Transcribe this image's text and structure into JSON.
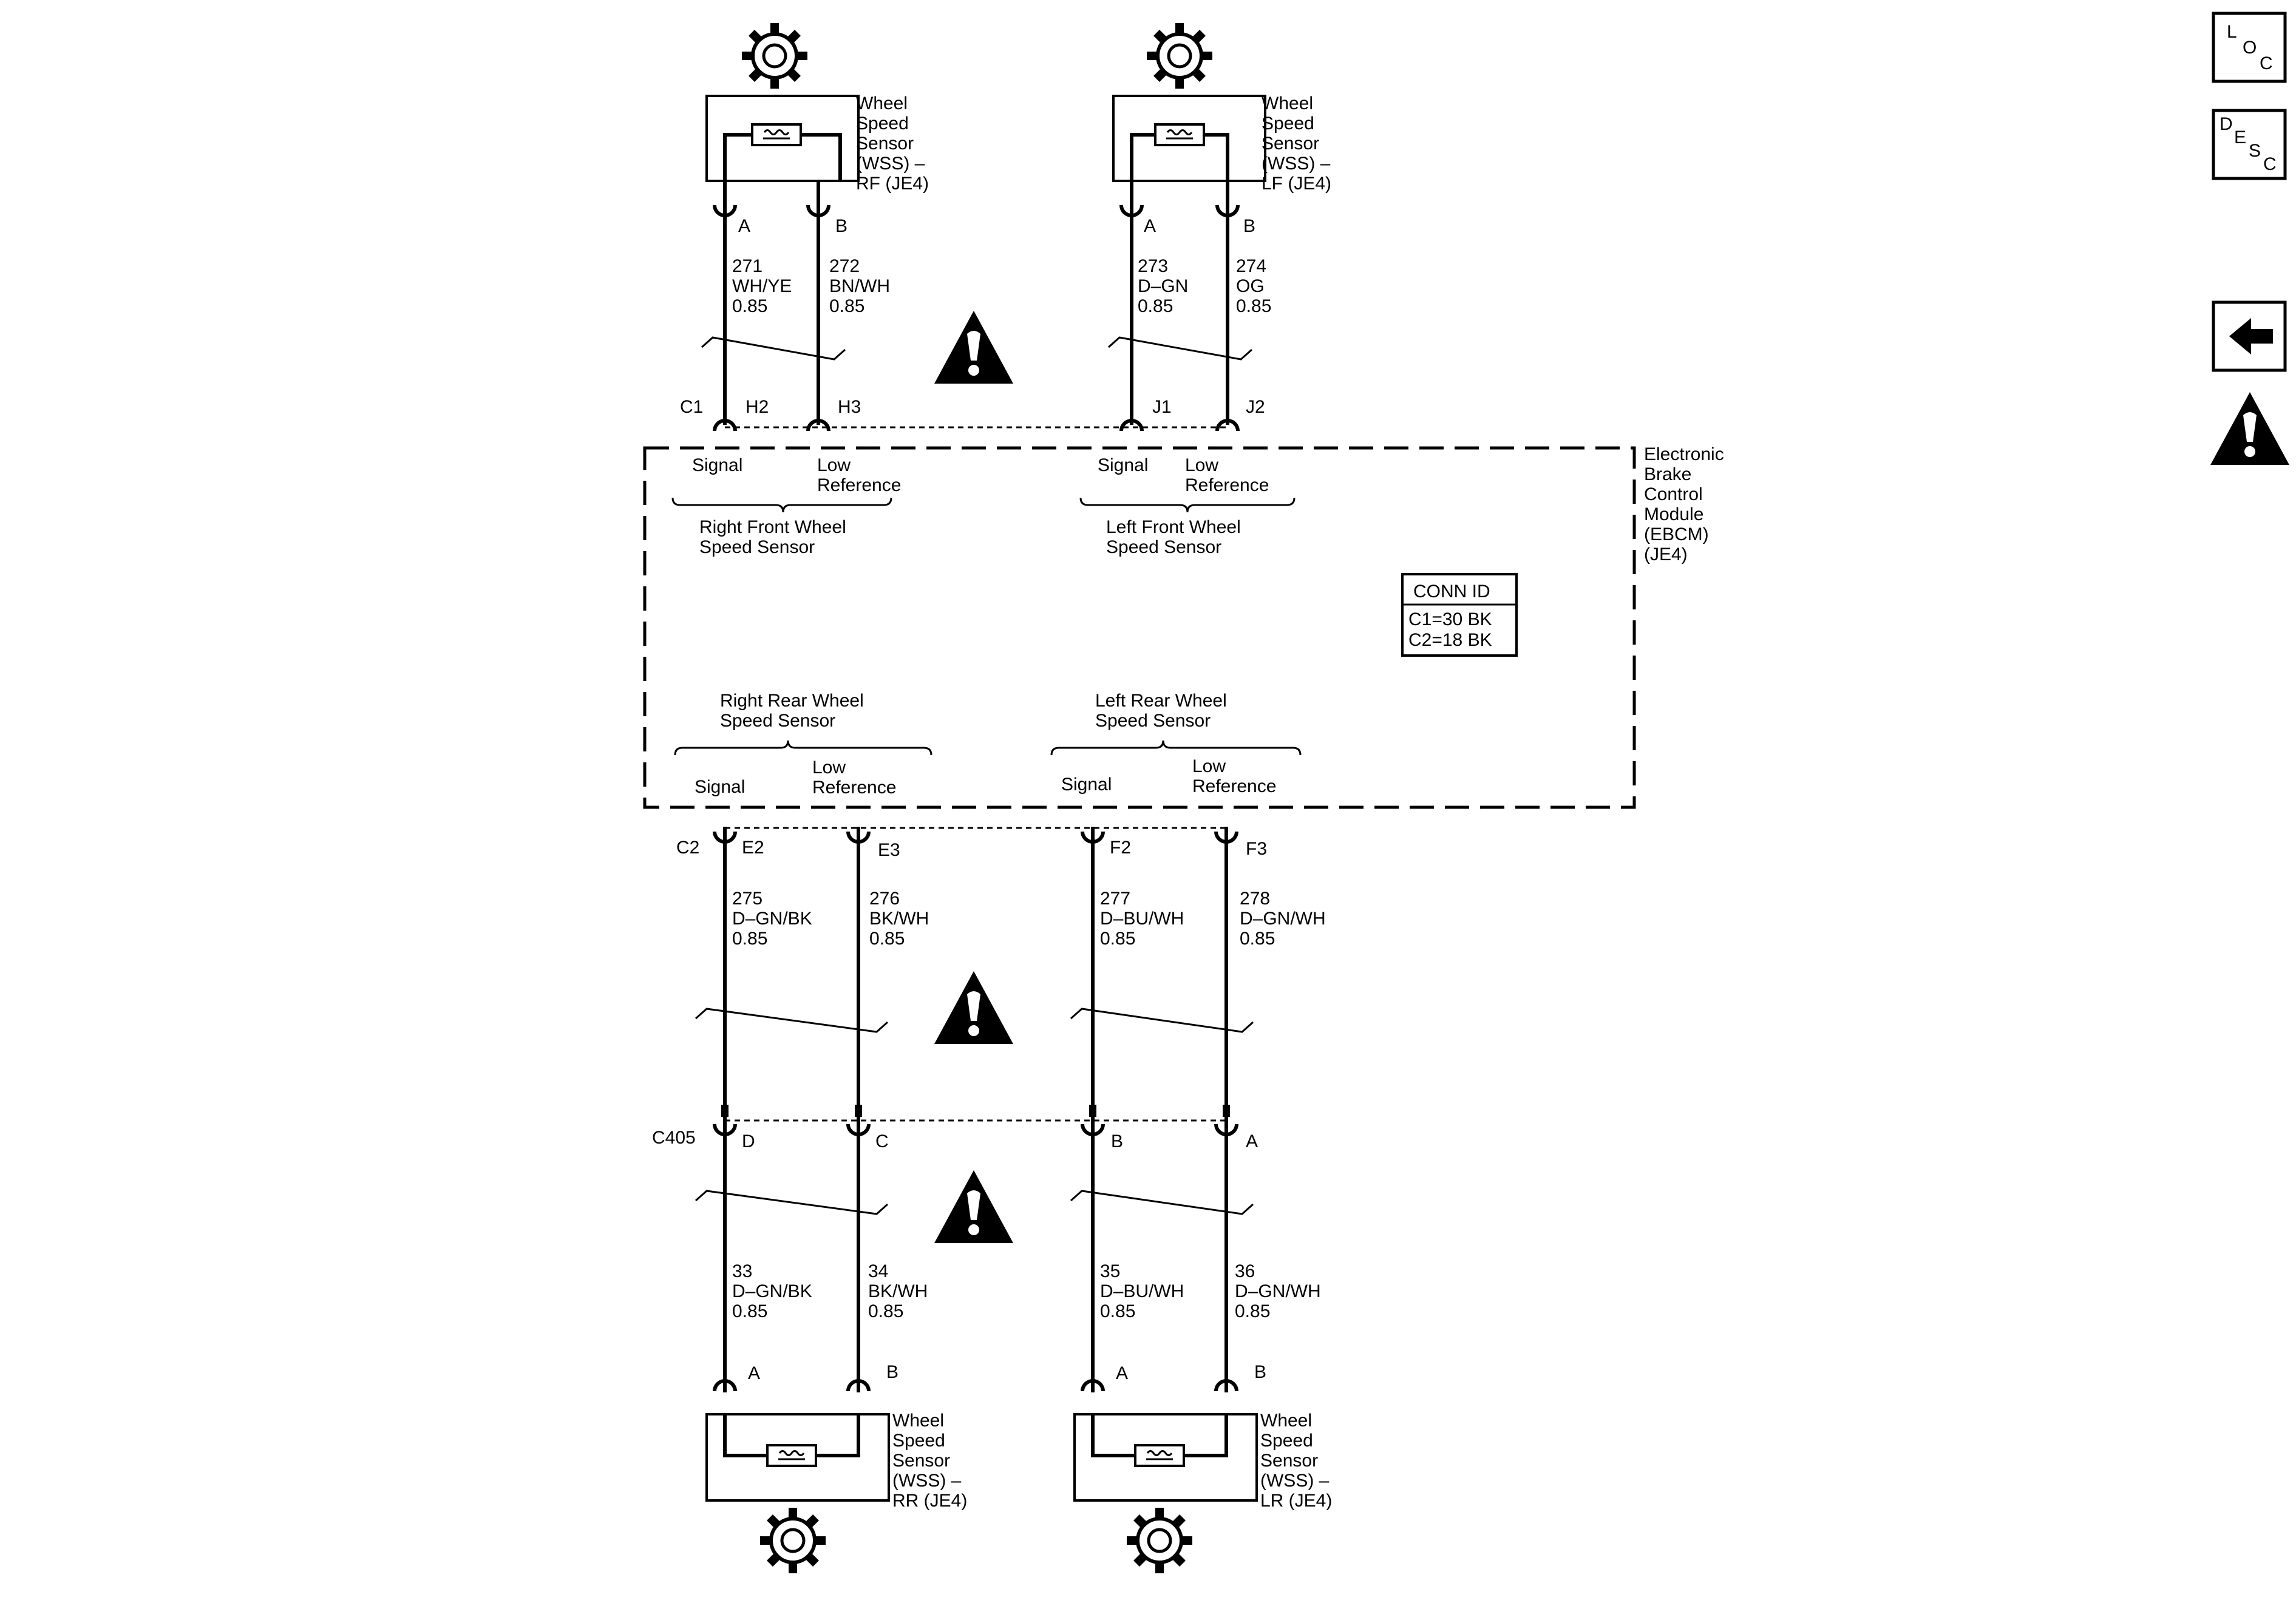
{
  "ebcm_label": [
    "Electronic",
    "Brake",
    "Control",
    "Module",
    "(EBCM)",
    "(JE4)"
  ],
  "conn_id": {
    "title": "CONN ID",
    "c1": "C1=30 BK",
    "c2": "C2=18 BK"
  },
  "connectors": {
    "c1": "C1",
    "c2": "C2",
    "c405": "C405"
  },
  "front_groups": {
    "right": {
      "label": [
        "Right Front Wheel",
        "Speed Sensor"
      ],
      "signal": "Signal",
      "low_ref": [
        "Low",
        "Reference"
      ]
    },
    "left": {
      "label": [
        "Left Front Wheel",
        "Speed Sensor"
      ],
      "signal": "Signal",
      "low_ref": [
        "Low",
        "Reference"
      ]
    }
  },
  "rear_groups": {
    "right": {
      "label": [
        "Right Rear Wheel",
        "Speed Sensor"
      ],
      "signal": "Signal",
      "low_ref": [
        "Low",
        "Reference"
      ]
    },
    "left": {
      "label": [
        "Left Rear Wheel",
        "Speed Sensor"
      ],
      "signal": "Signal",
      "low_ref": [
        "Low",
        "Reference"
      ]
    }
  },
  "sensors": {
    "rf": [
      "Wheel",
      "Speed",
      "Sensor",
      "(WSS) –",
      "RF (JE4)"
    ],
    "lf": [
      "Wheel",
      "Speed",
      "Sensor",
      "(WSS) –",
      "LF (JE4)"
    ],
    "rr": [
      "Wheel",
      "Speed",
      "Sensor",
      "(WSS) –",
      "RR (JE4)"
    ],
    "lr": [
      "Wheel",
      "Speed",
      "Sensor",
      "(WSS) –",
      "LR (JE4)"
    ]
  },
  "front_wires": [
    {
      "sensor_pin": "A",
      "circuit": "271",
      "color": "WH/YE",
      "size": "0.85",
      "ebcm_pin": "H2"
    },
    {
      "sensor_pin": "B",
      "circuit": "272",
      "color": "BN/WH",
      "size": "0.85",
      "ebcm_pin": "H3"
    },
    {
      "sensor_pin": "A",
      "circuit": "273",
      "color": "D–GN",
      "size": "0.85",
      "ebcm_pin": "J1"
    },
    {
      "sensor_pin": "B",
      "circuit": "274",
      "color": "OG",
      "size": "0.85",
      "ebcm_pin": "J2"
    }
  ],
  "rear_upper_wires": [
    {
      "ebcm_pin": "E2",
      "circuit": "275",
      "color": "D–GN/BK",
      "size": "0.85",
      "c405_pin": "D"
    },
    {
      "ebcm_pin": "E3",
      "circuit": "276",
      "color": "BK/WH",
      "size": "0.85",
      "c405_pin": "C"
    },
    {
      "ebcm_pin": "F2",
      "circuit": "277",
      "color": "D–BU/WH",
      "size": "0.85",
      "c405_pin": "B"
    },
    {
      "ebcm_pin": "F3",
      "circuit": "278",
      "color": "D–GN/WH",
      "size": "0.85",
      "c405_pin": "A"
    }
  ],
  "rear_lower_wires": [
    {
      "circuit": "33",
      "color": "D–GN/BK",
      "size": "0.85",
      "sensor_pin": "A"
    },
    {
      "circuit": "34",
      "color": "BK/WH",
      "size": "0.85",
      "sensor_pin": "B"
    },
    {
      "circuit": "35",
      "color": "D–BU/WH",
      "size": "0.85",
      "sensor_pin": "A"
    },
    {
      "circuit": "36",
      "color": "D–GN/WH",
      "size": "0.85",
      "sensor_pin": "B"
    }
  ],
  "side_buttons": {
    "loc": [
      "L",
      "O",
      "C"
    ],
    "desc": [
      "D",
      "E",
      "S",
      "C"
    ],
    "back_icon": "left-arrow-icon",
    "caution_icon": "caution-icon"
  }
}
